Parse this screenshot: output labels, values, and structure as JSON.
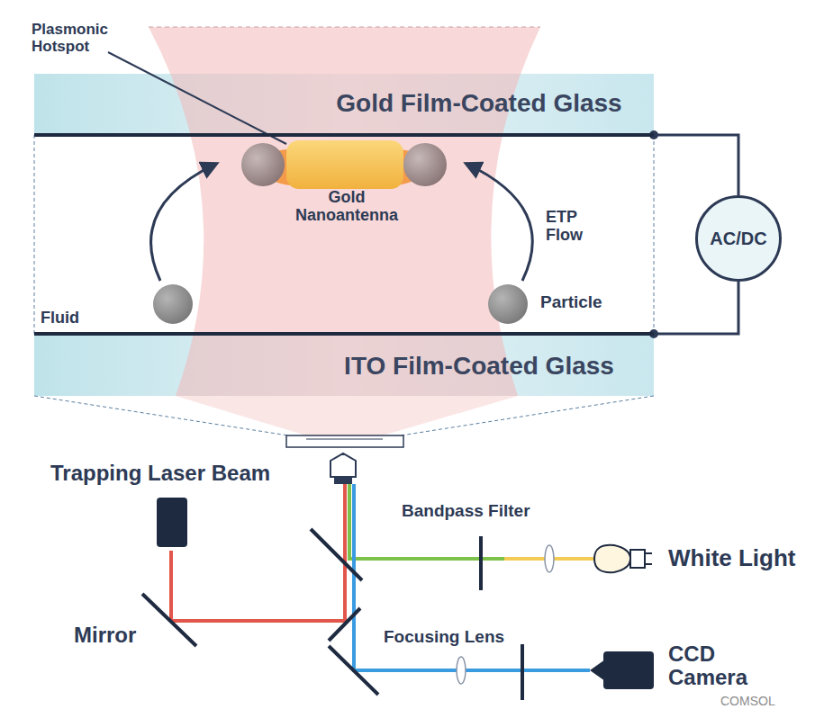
{
  "diagram": {
    "nodes": [
      {
        "text": [
          "Gold Film-Coated Glass"
        ]
      },
      {
        "text": [
          "AC/DC"
        ]
      },
      {
        "text": [
          "ITO Film-Coated Glass"
        ]
      }
    ],
    "edges": [
      {
        "from": 1,
        "to": 0,
        "arrow": "none"
      },
      {
        "from": 1,
        "to": 2,
        "arrow": "none"
      }
    ],
    "labels": [
      "Plasmonic Hotspot",
      "Gold Nanoantenna",
      "ETP Flow",
      "Particle",
      "Fluid",
      "Trapping Laser Beam",
      "Bandpass Filter",
      "White Light",
      "Mirror",
      "Focusing Lens",
      "CCD Camera",
      "COMSOL"
    ]
  }
}
